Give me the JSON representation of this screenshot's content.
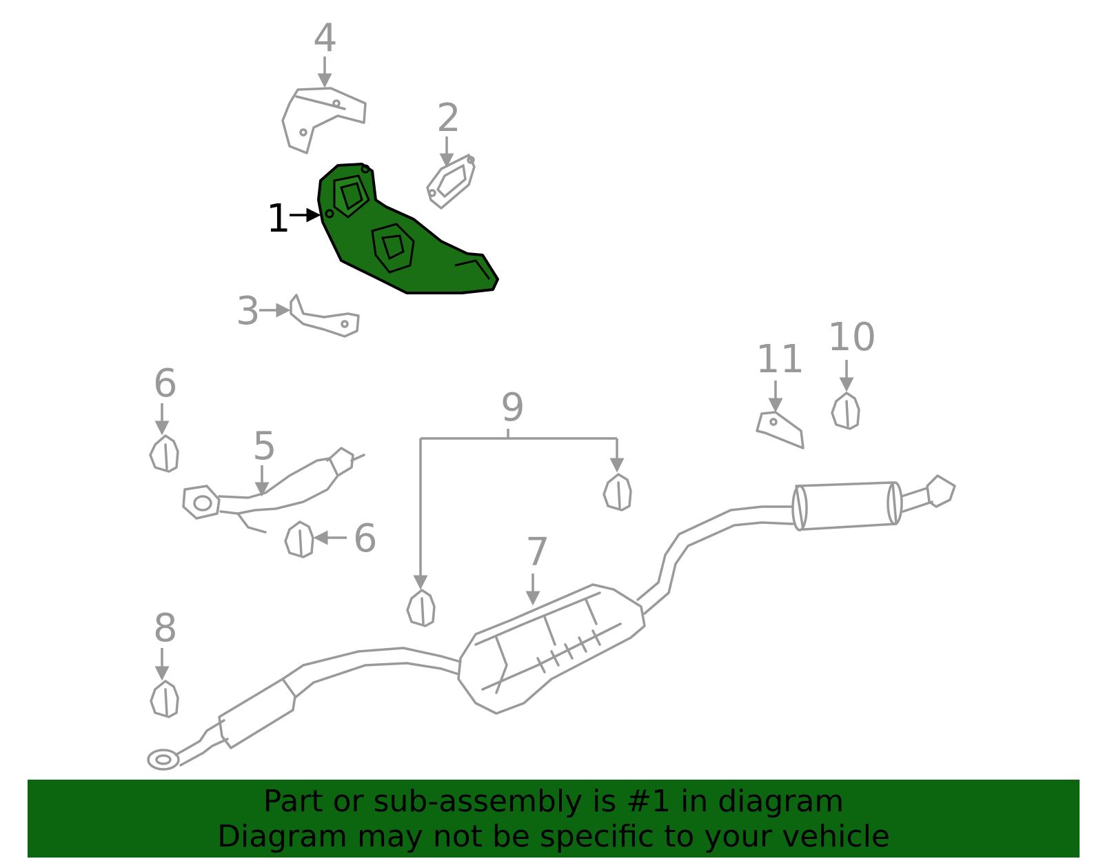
{
  "diagram": {
    "callouts": [
      "1",
      "2",
      "3",
      "4",
      "5",
      "6",
      "6",
      "7",
      "8",
      "9",
      "10",
      "11"
    ],
    "highlight_color": "#1a6e14",
    "part_line_color": "#9a9a9a"
  },
  "banner": {
    "line1": "Part or sub-assembly is #1 in diagram",
    "line2": "Diagram may not be specific to your vehicle",
    "background": "#0c6610"
  }
}
